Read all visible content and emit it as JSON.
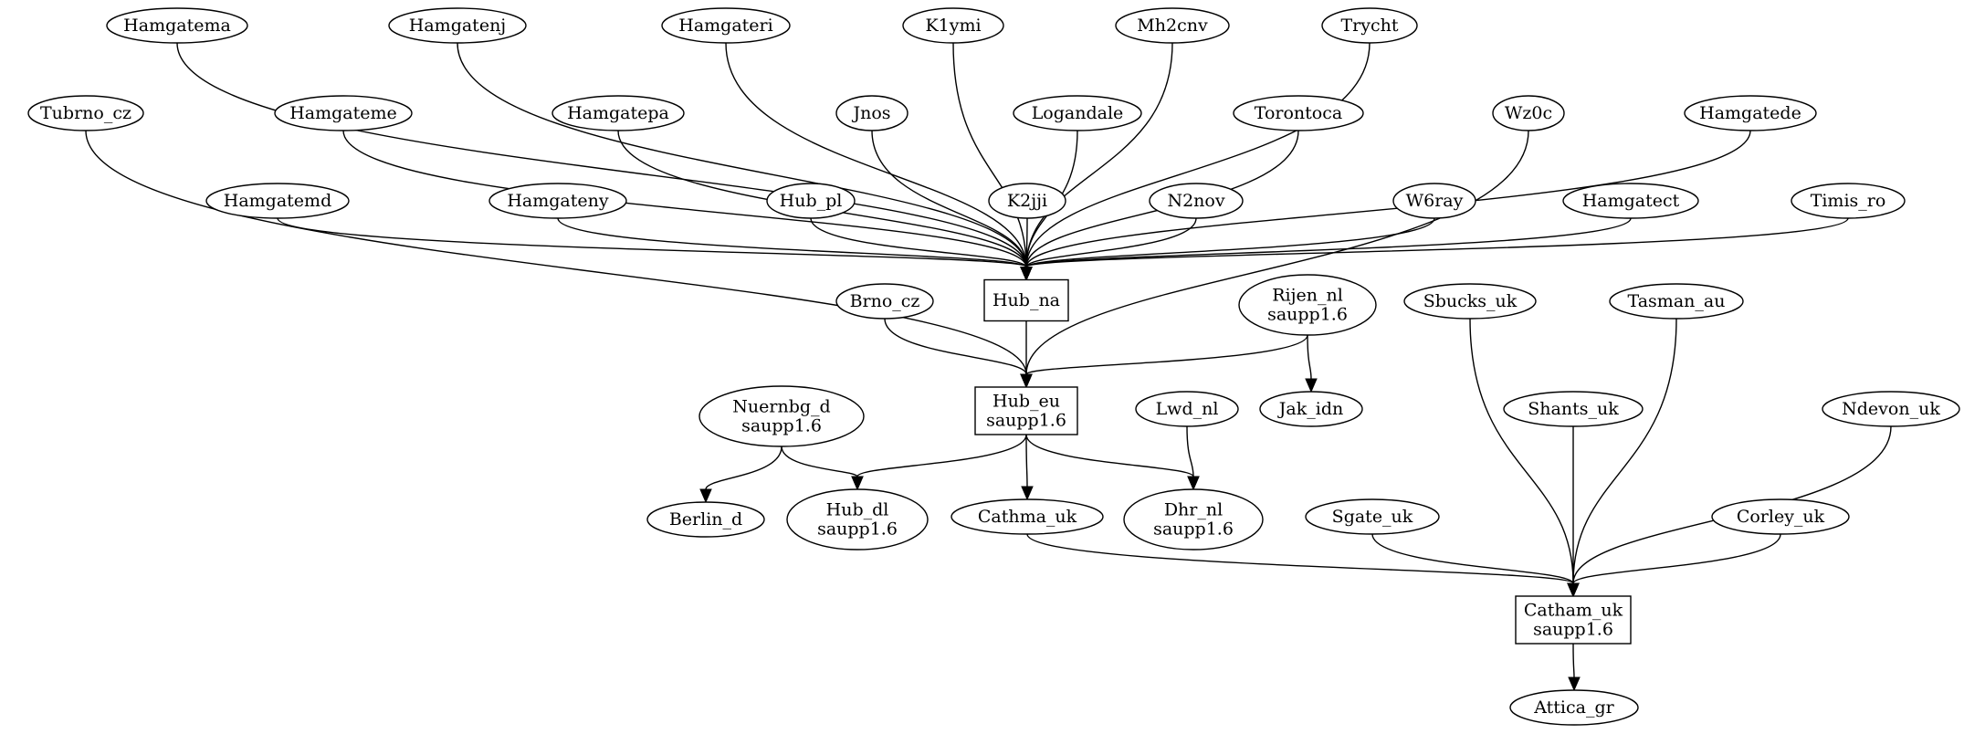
{
  "nodes": [
    {
      "id": "Hamgatema",
      "lines": [
        "Hamgatema"
      ],
      "shape": "ellipse"
    },
    {
      "id": "Hamgatenj",
      "lines": [
        "Hamgatenj"
      ],
      "shape": "ellipse"
    },
    {
      "id": "Hamgateri",
      "lines": [
        "Hamgateri"
      ],
      "shape": "ellipse"
    },
    {
      "id": "K1ymi",
      "lines": [
        "K1ymi"
      ],
      "shape": "ellipse"
    },
    {
      "id": "Mh2cnv",
      "lines": [
        "Mh2cnv"
      ],
      "shape": "ellipse"
    },
    {
      "id": "Trycht",
      "lines": [
        "Trycht"
      ],
      "shape": "ellipse"
    },
    {
      "id": "Tubrno_cz",
      "lines": [
        "Tubrno_cz"
      ],
      "shape": "ellipse"
    },
    {
      "id": "Hamgateme",
      "lines": [
        "Hamgateme"
      ],
      "shape": "ellipse"
    },
    {
      "id": "Hamgatepa",
      "lines": [
        "Hamgatepa"
      ],
      "shape": "ellipse"
    },
    {
      "id": "Jnos",
      "lines": [
        "Jnos"
      ],
      "shape": "ellipse"
    },
    {
      "id": "Logandale",
      "lines": [
        "Logandale"
      ],
      "shape": "ellipse"
    },
    {
      "id": "Torontoca",
      "lines": [
        "Torontoca"
      ],
      "shape": "ellipse"
    },
    {
      "id": "Wz0c",
      "lines": [
        "Wz0c"
      ],
      "shape": "ellipse"
    },
    {
      "id": "Hamgatede",
      "lines": [
        "Hamgatede"
      ],
      "shape": "ellipse"
    },
    {
      "id": "Hamgatemd",
      "lines": [
        "Hamgatemd"
      ],
      "shape": "ellipse"
    },
    {
      "id": "Hamgateny",
      "lines": [
        "Hamgateny"
      ],
      "shape": "ellipse"
    },
    {
      "id": "Hub_pl",
      "lines": [
        "Hub_pl"
      ],
      "shape": "ellipse"
    },
    {
      "id": "K2jji",
      "lines": [
        "K2jji"
      ],
      "shape": "ellipse"
    },
    {
      "id": "N2nov",
      "lines": [
        "N2nov"
      ],
      "shape": "ellipse"
    },
    {
      "id": "W6ray",
      "lines": [
        "W6ray"
      ],
      "shape": "ellipse"
    },
    {
      "id": "Hamgatect",
      "lines": [
        "Hamgatect"
      ],
      "shape": "ellipse"
    },
    {
      "id": "Timis_ro",
      "lines": [
        "Timis_ro"
      ],
      "shape": "ellipse"
    },
    {
      "id": "Hub_na",
      "lines": [
        "Hub_na"
      ],
      "shape": "box"
    },
    {
      "id": "Brno_cz",
      "lines": [
        "Brno_cz"
      ],
      "shape": "ellipse"
    },
    {
      "id": "Rijen_nl",
      "lines": [
        "Rijen_nl",
        "saupp1.6"
      ],
      "shape": "ellipse"
    },
    {
      "id": "Sbucks_uk",
      "lines": [
        "Sbucks_uk"
      ],
      "shape": "ellipse"
    },
    {
      "id": "Tasman_au",
      "lines": [
        "Tasman_au"
      ],
      "shape": "ellipse"
    },
    {
      "id": "Hub_eu",
      "lines": [
        "Hub_eu",
        "saupp1.6"
      ],
      "shape": "box"
    },
    {
      "id": "Nuernbg_d",
      "lines": [
        "Nuernbg_d",
        "saupp1.6"
      ],
      "shape": "ellipse"
    },
    {
      "id": "Lwd_nl",
      "lines": [
        "Lwd_nl"
      ],
      "shape": "ellipse"
    },
    {
      "id": "Jak_idn",
      "lines": [
        "Jak_idn"
      ],
      "shape": "ellipse"
    },
    {
      "id": "Shants_uk",
      "lines": [
        "Shants_uk"
      ],
      "shape": "ellipse"
    },
    {
      "id": "Ndevon_uk",
      "lines": [
        "Ndevon_uk"
      ],
      "shape": "ellipse"
    },
    {
      "id": "Berlin_d",
      "lines": [
        "Berlin_d"
      ],
      "shape": "ellipse"
    },
    {
      "id": "Hub_dl",
      "lines": [
        "Hub_dl",
        "saupp1.6"
      ],
      "shape": "ellipse"
    },
    {
      "id": "Cathma_uk",
      "lines": [
        "Cathma_uk"
      ],
      "shape": "ellipse"
    },
    {
      "id": "Dhr_nl",
      "lines": [
        "Dhr_nl",
        "saupp1.6"
      ],
      "shape": "ellipse"
    },
    {
      "id": "Sgate_uk",
      "lines": [
        "Sgate_uk"
      ],
      "shape": "ellipse"
    },
    {
      "id": "Corley_uk",
      "lines": [
        "Corley_uk"
      ],
      "shape": "ellipse"
    },
    {
      "id": "Catham_uk",
      "lines": [
        "Catham_uk",
        "saupp1.6"
      ],
      "shape": "box"
    },
    {
      "id": "Attica_gr",
      "lines": [
        "Attica_gr"
      ],
      "shape": "ellipse"
    }
  ],
  "edges": [
    {
      "from": "Hamgatema",
      "to": "Hub_na"
    },
    {
      "from": "Hamgatenj",
      "to": "Hub_na"
    },
    {
      "from": "Hamgateri",
      "to": "Hub_na"
    },
    {
      "from": "K1ymi",
      "to": "Hub_na"
    },
    {
      "from": "Mh2cnv",
      "to": "Hub_na"
    },
    {
      "from": "Trycht",
      "to": "Hub_na"
    },
    {
      "from": "Tubrno_cz",
      "to": "Hub_eu"
    },
    {
      "from": "Hamgateme",
      "to": "Hub_na"
    },
    {
      "from": "Hamgatepa",
      "to": "Hub_na"
    },
    {
      "from": "Jnos",
      "to": "Hub_na"
    },
    {
      "from": "Logandale",
      "to": "Hub_na"
    },
    {
      "from": "Torontoca",
      "to": "Hub_na"
    },
    {
      "from": "Wz0c",
      "to": "Hub_eu"
    },
    {
      "from": "Hamgatede",
      "to": "Hub_na"
    },
    {
      "from": "Hamgatemd",
      "to": "Hub_na"
    },
    {
      "from": "Hamgateny",
      "to": "Hub_na"
    },
    {
      "from": "Hub_pl",
      "to": "Hub_na"
    },
    {
      "from": "K2jji",
      "to": "Hub_na"
    },
    {
      "from": "N2nov",
      "to": "Hub_na"
    },
    {
      "from": "W6ray",
      "to": "Hub_na"
    },
    {
      "from": "Hamgatect",
      "to": "Hub_na"
    },
    {
      "from": "Timis_ro",
      "to": "Hub_na"
    },
    {
      "from": "Hub_na",
      "to": "Hub_eu"
    },
    {
      "from": "Brno_cz",
      "to": "Hub_eu"
    },
    {
      "from": "Rijen_nl",
      "to": "Hub_eu"
    },
    {
      "from": "Rijen_nl",
      "to": "Jak_idn"
    },
    {
      "from": "Hub_eu",
      "to": "Hub_dl"
    },
    {
      "from": "Hub_eu",
      "to": "Cathma_uk"
    },
    {
      "from": "Hub_eu",
      "to": "Dhr_nl"
    },
    {
      "from": "Nuernbg_d",
      "to": "Berlin_d"
    },
    {
      "from": "Nuernbg_d",
      "to": "Hub_dl"
    },
    {
      "from": "Lwd_nl",
      "to": "Dhr_nl"
    },
    {
      "from": "Sbucks_uk",
      "to": "Catham_uk"
    },
    {
      "from": "Tasman_au",
      "to": "Catham_uk"
    },
    {
      "from": "Shants_uk",
      "to": "Catham_uk"
    },
    {
      "from": "Ndevon_uk",
      "to": "Catham_uk"
    },
    {
      "from": "Cathma_uk",
      "to": "Catham_uk"
    },
    {
      "from": "Sgate_uk",
      "to": "Catham_uk"
    },
    {
      "from": "Corley_uk",
      "to": "Catham_uk"
    },
    {
      "from": "Catham_uk",
      "to": "Attica_gr"
    }
  ]
}
